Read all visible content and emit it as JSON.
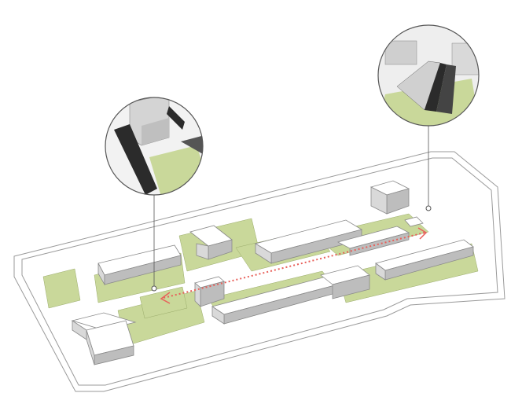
{
  "colors": {
    "background": "#ffffff",
    "green_space": "#c9d89a",
    "building_top": "#ffffff",
    "building_side": "#d9d9d9",
    "building_shadow": "#a8a8a8",
    "outline": "#8a8a8a",
    "route_arrow": "#e8605a",
    "escalator": "#2b2b2b"
  },
  "icons": {
    "callout_left": "escalator-detail-callout",
    "callout_right": "escalator-stair-detail-callout",
    "route": "dotted-route-arrow"
  }
}
